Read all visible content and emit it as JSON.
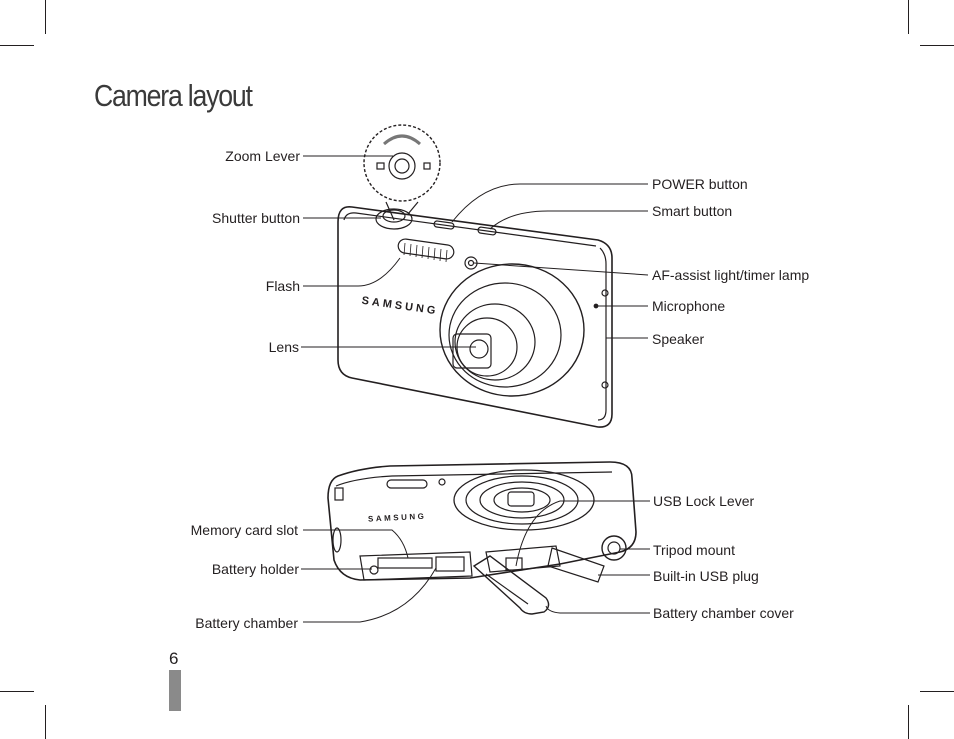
{
  "title": "Camera layout",
  "page_number": "6",
  "brand_text": "SAMSUNG",
  "labels_front": {
    "zoom_lever": "Zoom Lever",
    "shutter_button": "Shutter button",
    "flash": "Flash",
    "lens": "Lens",
    "power_button": "POWER button",
    "smart_button": "Smart button",
    "af_assist": "AF-assist light/timer lamp",
    "microphone": "Microphone",
    "speaker": "Speaker"
  },
  "labels_bottom": {
    "memory_card_slot": "Memory card slot",
    "battery_holder": "Battery holder",
    "battery_chamber": "Battery chamber",
    "usb_lock_lever": "USB Lock Lever",
    "tripod_mount": "Tripod mount",
    "builtin_usb_plug": "Built-in USB plug",
    "battery_chamber_cover": "Battery chamber cover"
  },
  "colors": {
    "line": "#231f20",
    "page_bar": "#8a8a8a"
  }
}
